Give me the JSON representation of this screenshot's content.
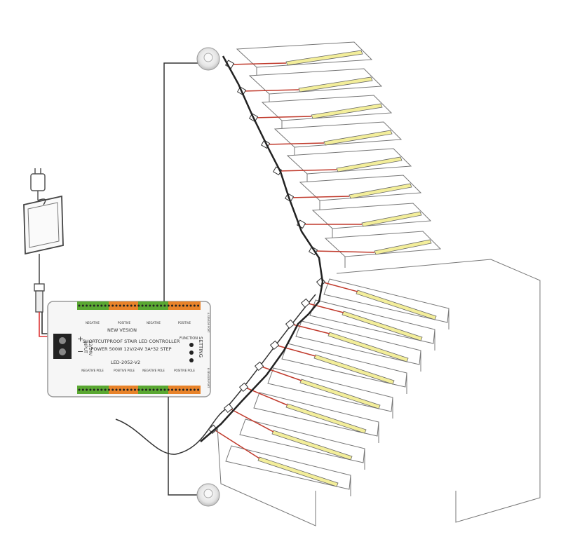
{
  "controller": {
    "header": "NEW VESION",
    "line1": "SHORTCUTPROOF STAIR LED CONTROLLER",
    "line2": "POWER 500W 12V/24V 3A*32 STEP",
    "model": "LED-2052-V2",
    "input_label": "INPUT",
    "input_volt": "12/24V",
    "plus": "+",
    "minus": "−",
    "function_label": "FUNCTION",
    "setting_label": "SETTING",
    "top_labels": [
      "NEGATIVE",
      "POSITIVE",
      "NEGATIVE",
      "POSITIVE"
    ],
    "bottom_labels": [
      "NEGATIVE POLE",
      "POSITIVE POLE",
      "NEGATIVE POLE",
      "POSITIVE POLE"
    ],
    "sensor_a": "A SENSOR PORT",
    "sensor_b": "B SENSOR PORT"
  },
  "colors": {
    "terminal_green": "#5aa832",
    "terminal_orange": "#e8832a",
    "led_yellow": "#f3ee9a",
    "wire_red": "#c0392b",
    "wire_pink": "#e7a3a3"
  },
  "icons": {
    "sensor": "pir-motion-sensor-icon",
    "power": "power-adapter-icon",
    "plug": "power-plug-icon"
  }
}
